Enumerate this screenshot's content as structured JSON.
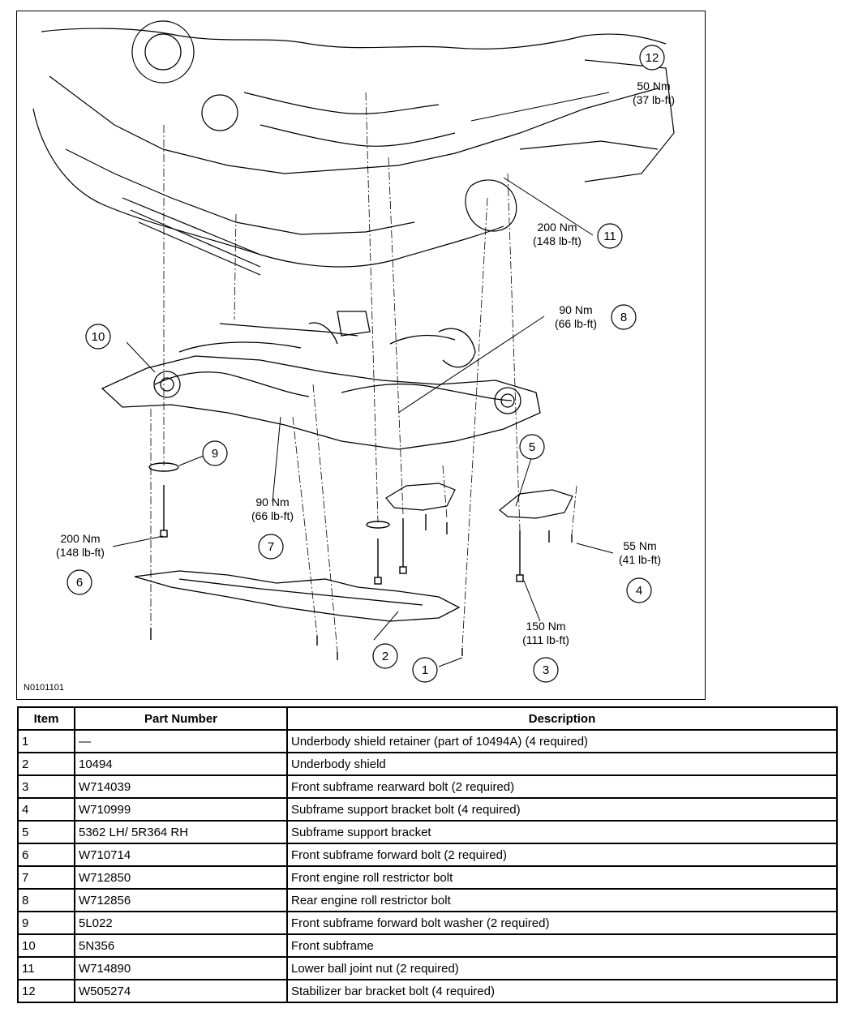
{
  "figure": {
    "id": "N0101101",
    "callouts": [
      {
        "num": "12",
        "torque_nm": "50 Nm",
        "torque_lbft": "(37 lb-ft)"
      },
      {
        "num": "11",
        "torque_nm": "200 Nm",
        "torque_lbft": "(148 lb-ft)"
      },
      {
        "num": "8",
        "torque_nm": "90 Nm",
        "torque_lbft": "(66 lb-ft)"
      },
      {
        "num": "10"
      },
      {
        "num": "9"
      },
      {
        "num": "5"
      },
      {
        "num": "7",
        "torque_nm": "90 Nm",
        "torque_lbft": "(66 lb-ft)"
      },
      {
        "num": "6",
        "torque_nm": "200 Nm",
        "torque_lbft": "(148 lb-ft)"
      },
      {
        "num": "4",
        "torque_nm": "55 Nm",
        "torque_lbft": "(41 lb-ft)"
      },
      {
        "num": "3",
        "torque_nm": "150 Nm",
        "torque_lbft": "(111 lb-ft)"
      },
      {
        "num": "2"
      },
      {
        "num": "1"
      }
    ]
  },
  "table": {
    "headers": [
      "Item",
      "Part Number",
      "Description"
    ],
    "rows": [
      [
        "1",
        "—",
        "Underbody shield retainer (part of 10494A) (4 required)"
      ],
      [
        "2",
        "10494",
        "Underbody shield"
      ],
      [
        "3",
        "W714039",
        "Front subframe rearward bolt (2 required)"
      ],
      [
        "4",
        "W710999",
        "Subframe support bracket bolt (4 required)"
      ],
      [
        "5",
        "5362 LH/ 5R364 RH",
        "Subframe support bracket"
      ],
      [
        "6",
        "W710714",
        "Front subframe forward bolt (2 required)"
      ],
      [
        "7",
        "W712850",
        "Front engine roll restrictor bolt"
      ],
      [
        "8",
        "W712856",
        "Rear engine roll restrictor bolt"
      ],
      [
        "9",
        "5L022",
        "Front subframe forward bolt washer (2 required)"
      ],
      [
        "10",
        "5N356",
        "Front subframe"
      ],
      [
        "11",
        "W714890",
        "Lower ball joint nut (2 required)"
      ],
      [
        "12",
        "W505274",
        "Stabilizer bar bracket bolt (4 required)"
      ]
    ]
  }
}
